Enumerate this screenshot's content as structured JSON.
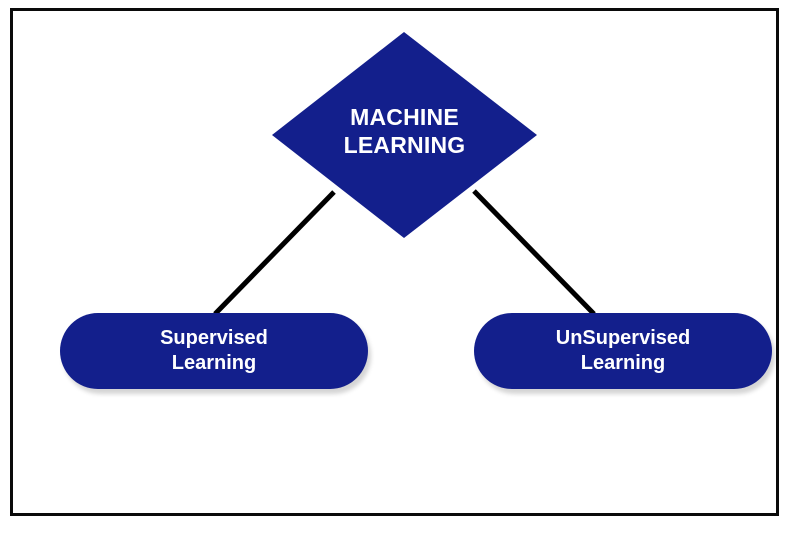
{
  "diagram": {
    "type": "flowchart",
    "title_node": {
      "id": "machine-learning",
      "shape": "diamond",
      "label": "MACHINE\nLEARNING",
      "fill": "#131F8C",
      "text_color": "#ffffff"
    },
    "children": [
      {
        "id": "supervised-learning",
        "shape": "rounded-rectangle",
        "label": "Supervised\nLearning",
        "fill": "#131F8C",
        "text_color": "#ffffff"
      },
      {
        "id": "unsupervised-learning",
        "shape": "rounded-rectangle",
        "label": "UnSupervised\nLearning",
        "fill": "#131F8C",
        "text_color": "#ffffff"
      }
    ],
    "connectors": [
      {
        "id": "edge-ml-to-supervised",
        "from": "machine-learning",
        "to": "supervised-learning",
        "color": "#000000"
      },
      {
        "id": "edge-ml-to-unsupervised",
        "from": "machine-learning",
        "to": "unsupervised-learning",
        "color": "#000000"
      }
    ],
    "frame": {
      "border_color": "#0a0a0a",
      "background": "#ffffff"
    }
  }
}
